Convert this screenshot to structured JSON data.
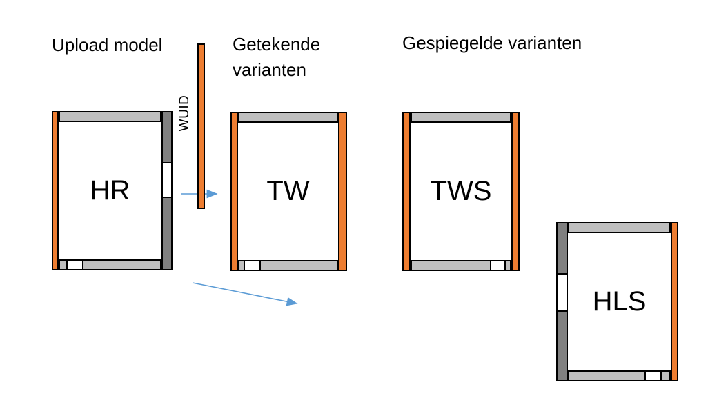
{
  "headers": {
    "upload": "Upload model",
    "getekende": "Getekende varianten",
    "gespiegelde": "Gespiegelde varianten"
  },
  "wuid": {
    "label": "WUID"
  },
  "rooms": {
    "hr": {
      "label": "HR"
    },
    "tw": {
      "label": "TW"
    },
    "tws": {
      "label": "TWS"
    },
    "hls": {
      "label": "HLS"
    }
  },
  "colors": {
    "orange": "#ED7D31",
    "wall-light": "#BFBFBF",
    "wall-dark": "#808080",
    "arrow-blue": "#5B9BD5",
    "outline": "#000000",
    "text": "#000000"
  }
}
